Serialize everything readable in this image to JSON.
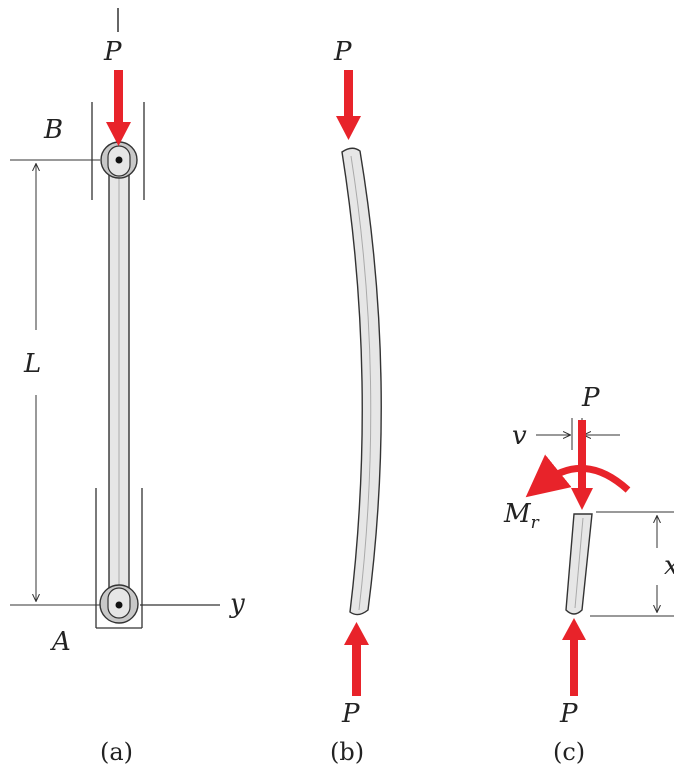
{
  "colors": {
    "force_arrow": "#e8232a",
    "member_fill": "#e6e6e6",
    "outline": "#333333",
    "pin_fill": "#c8c8c8"
  },
  "panel_a": {
    "load_label": "P",
    "top_support_label": "B",
    "bottom_support_label": "A",
    "length_label": "L",
    "axis_label": "y",
    "caption": "(a)"
  },
  "panel_b": {
    "top_load_label": "P",
    "bottom_load_label": "P",
    "caption": "(b)"
  },
  "panel_c": {
    "top_load_label": "P",
    "bottom_load_label": "P",
    "deflection_label": "v",
    "moment_label": "M",
    "moment_subscript": "r",
    "position_label": "x",
    "caption": "(c)"
  }
}
